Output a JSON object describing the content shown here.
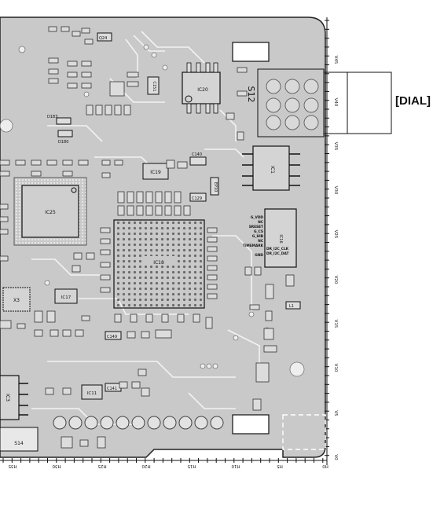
{
  "callout": "[DIAL]",
  "switch_label": "S12",
  "side_ruler": [
    "V45",
    "V40",
    "V35",
    "V30",
    "V25",
    "V20",
    "V15",
    "V10",
    "V5",
    "V0"
  ],
  "bottom_ruler": [
    "H35",
    "H30",
    "H25",
    "H20",
    "H15",
    "H10",
    "H5",
    "H0"
  ],
  "chips": {
    "ic25": "IC25",
    "ic18": "IC18",
    "ic20": "IC20",
    "ic19": "IC19",
    "ic17": "IC17",
    "ic11": "IC11",
    "ic1": "IC1",
    "ic16": "IC16",
    "ic3": "IC3"
  },
  "parts": {
    "q24": "Q24",
    "c151": "C151",
    "c140": "C140",
    "c141": "C141",
    "c149": "C149",
    "c129": "C129",
    "d183": "D183",
    "d180": "D180",
    "x3": "X3",
    "ep10": "EP10",
    "s14": "S14",
    "l1": "L1"
  },
  "connector_pins": [
    "G_VDD",
    "NC",
    "SRESET",
    "G_CS",
    "G_HIB",
    "NC",
    "TIMEMARK",
    "GND"
  ],
  "connector_pins_right": [
    "DR_I2C_CLK",
    "DR_I2C_DAT"
  ]
}
